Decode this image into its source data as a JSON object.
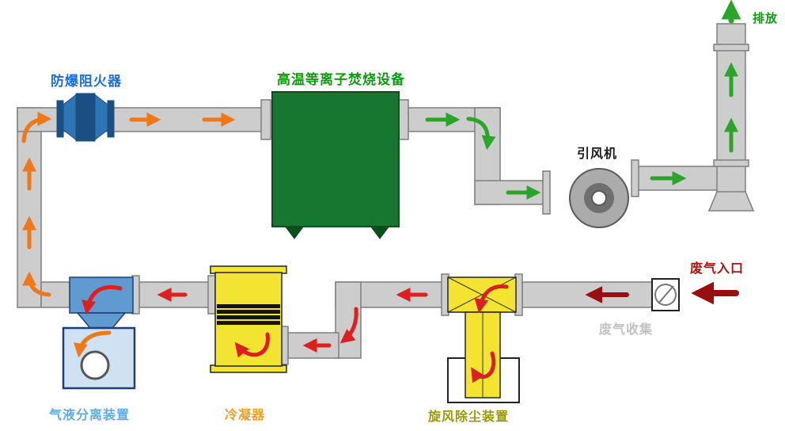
{
  "labels": {
    "flame_arrester": "防爆阻火器",
    "plasma_incinerator": "高温等离子焚烧设备",
    "induced_draft_fan": "引风机",
    "emission": "排放",
    "waste_gas_inlet": "废气入口",
    "waste_gas_collection": "废气收集",
    "gas_liquid_separator": "气液分离装置",
    "condenser": "冷凝器",
    "cyclone_dust_collector": "旋风除尘装置"
  },
  "colors": {
    "pipeFill": "#cdcdcd",
    "pipeStroke": "#7e7e7e",
    "plasmaGreen": "#17762f",
    "plasmaDark": "#0b4d1d",
    "arresterBlue": "#2e75b6",
    "arresterDark": "#1b4e82",
    "componentYellow": "#f2e430",
    "sepTopBlue": "#5f9bd0",
    "sepTankBlue": "#cfe2f3",
    "sepStroke": "#1f3d7a",
    "fanOuter": "#ababab",
    "fanInner": "#6f6f6f",
    "arrowOrange": "#f07818",
    "arrowRed": "#dd1f1f",
    "arrowDarkRed": "#990f0f",
    "arrowGreen": "#2aa52a",
    "labelBlue": "#1f6fd2",
    "labelGreen": "#129812",
    "labelBlack": "#1a1a1a",
    "labelDarkRed": "#aa1111",
    "labelGray": "#c2c2c2",
    "labelLightBlue": "#66aadd",
    "labelOrange": "#f0a01e",
    "labelOlive": "#98980e"
  }
}
